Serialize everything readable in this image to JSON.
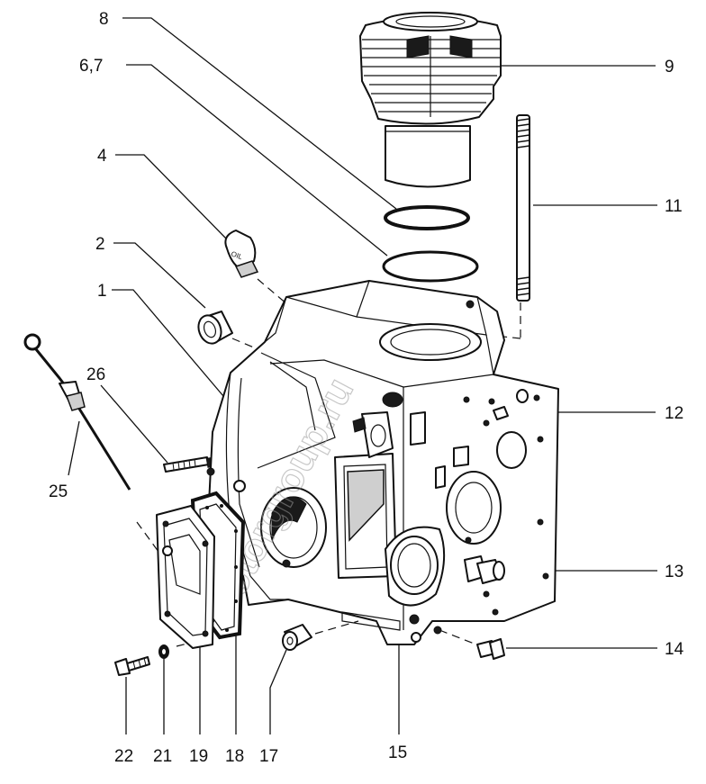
{
  "watermark": "motorgroup.ru",
  "labels": {
    "l1": "1",
    "l2": "2",
    "l4": "4",
    "l67": "6,7",
    "l8": "8",
    "l9": "9",
    "l11": "11",
    "l12": "12",
    "l13": "13",
    "l14": "14",
    "l15": "15",
    "l17": "17",
    "l18": "18",
    "l19": "19",
    "l21": "21",
    "l22": "22",
    "l25": "25",
    "l26": "26"
  },
  "oil_cap_text": "OIL"
}
